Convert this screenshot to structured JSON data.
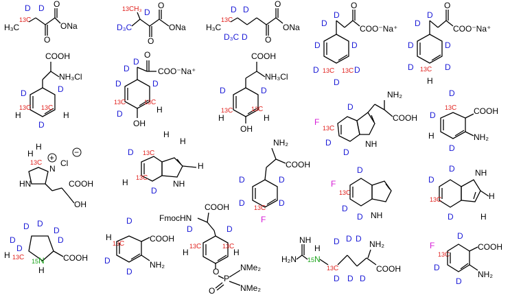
{
  "labels": {
    "H3C": "H₃C",
    "D": "D",
    "H": "H",
    "C13": "13C",
    "C13b": "13",
    "O": "O",
    "ONa": "ONa",
    "D3C": "D₃C",
    "COO_Na": "COO⁻Na⁺",
    "COOH": "COOH",
    "NH3Cl": "NH₃Cl",
    "OH": "OH",
    "NH2": "NH₂",
    "N": "N",
    "NH": "NH",
    "HN": "HN",
    "H_N": "N",
    "F": "F",
    "Cl": "Cl",
    "plus": "+",
    "minus": "−",
    "Fmoc": "FmocHN",
    "P": "P",
    "NMe2": "NMe₂",
    "N15": "15N",
    "H2N": "H₂N"
  }
}
